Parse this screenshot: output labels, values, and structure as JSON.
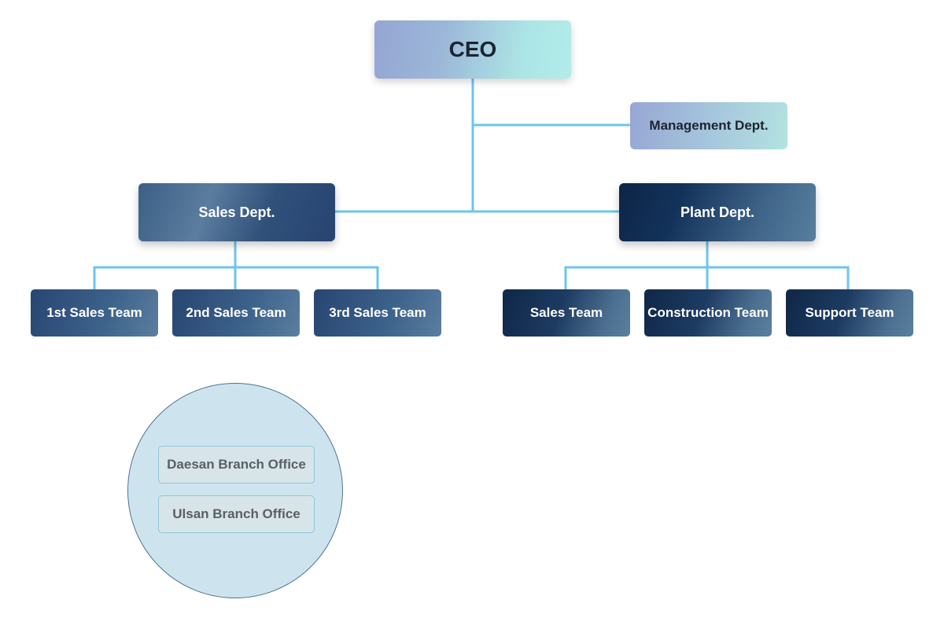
{
  "org": {
    "ceo": "CEO",
    "management": "Management Dept.",
    "sales_dept": "Sales Dept.",
    "plant_dept": "Plant Dept.",
    "sales_teams": [
      "1st Sales Team",
      "2nd Sales Team",
      "3rd Sales Team"
    ],
    "plant_teams": [
      "Sales Team",
      "Construction Team",
      "Support Team"
    ],
    "branches": [
      "Daesan Branch Office",
      "Ulsan Branch Office"
    ]
  },
  "colors": {
    "connector": "#6cc6ea",
    "ceo_gradient_start": "#95a5d3",
    "ceo_gradient_end": "#b2ecea",
    "sales_dept_fill": "#30507a",
    "plant_dept_fill": "#0d2547",
    "branch_circle_fill": "#cde4ee",
    "branch_circle_border": "#4e7390"
  }
}
